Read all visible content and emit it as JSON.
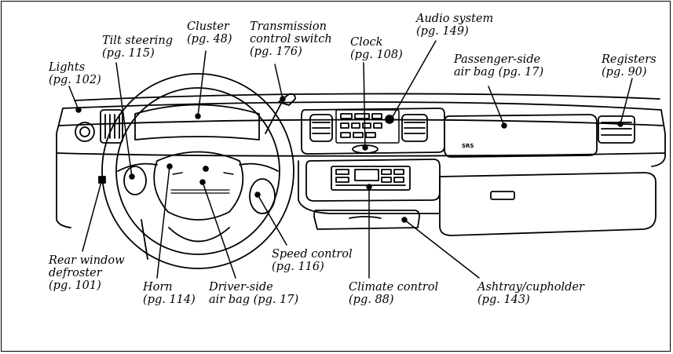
{
  "labels": {
    "lights": [
      "Lights",
      "(pg. 102)"
    ],
    "tilt": [
      "Tilt steering",
      "(pg. 115)"
    ],
    "cluster": [
      "Cluster",
      "(pg. 48)"
    ],
    "transmission": [
      "Transmission",
      "control switch",
      "(pg. 176)"
    ],
    "clock": [
      "Clock",
      "(pg. 108)"
    ],
    "audio": [
      "Audio system",
      "(pg. 149)"
    ],
    "passenger": [
      "Passenger-side",
      "air bag (pg. 17)"
    ],
    "registers": [
      "Registers",
      "(pg. 90)"
    ],
    "rear": [
      "Rear window",
      "defroster",
      "(pg. 101)"
    ],
    "horn": [
      "Horn",
      "(pg. 114)"
    ],
    "driver": [
      "Driver-side",
      "air bag (pg. 17)"
    ],
    "speed": [
      "Speed control",
      "(pg. 116)"
    ],
    "climate": [
      "Climate control",
      "(pg. 88)"
    ],
    "ashtray": [
      "Ashtray/cupholder",
      "(pg. 143)"
    ]
  },
  "markings": {
    "srs": "SRS"
  }
}
